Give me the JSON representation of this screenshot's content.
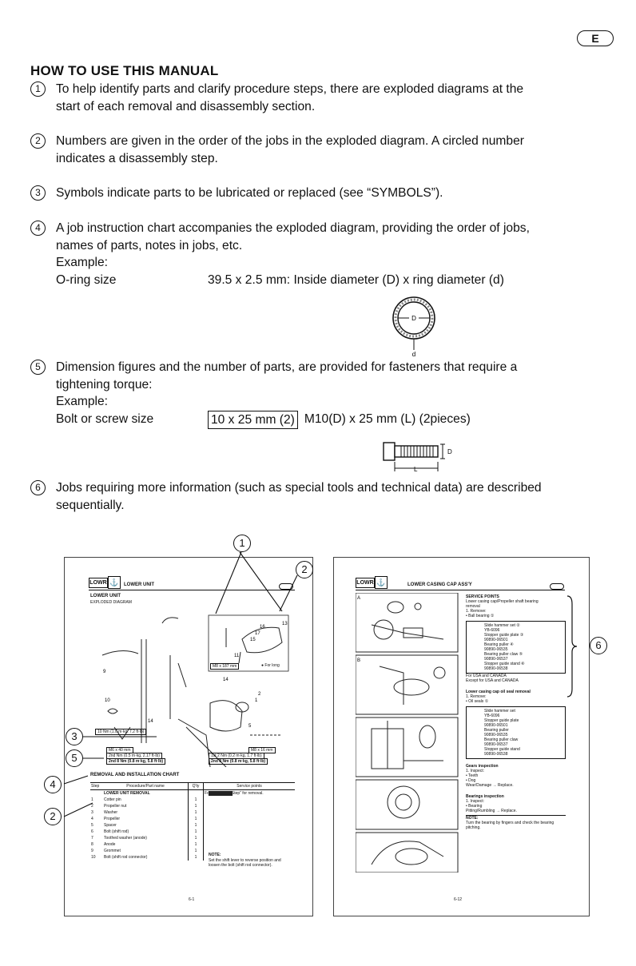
{
  "page": {
    "lang_code": "E",
    "title": "HOW TO USE THIS MANUAL"
  },
  "items": [
    {
      "num": "1",
      "lines": [
        "To help identify parts and clarify procedure steps, there are exploded diagrams at the",
        "start of each removal and disassembly section."
      ]
    },
    {
      "num": "2",
      "lines": [
        "Numbers are given in the order of the jobs in the exploded diagram. A circled number",
        "indicates a disassembly step."
      ]
    },
    {
      "num": "3",
      "lines": [
        "Symbols indicate parts to be lubricated or replaced (see “SYMBOLS”)."
      ]
    },
    {
      "num": "4",
      "lines": [
        "A job instruction chart accompanies the exploded diagram, providing the order of jobs,",
        "names of parts, notes in jobs, etc."
      ]
    },
    {
      "num": "5",
      "lines": [
        "Dimension figures and the number of parts, are provided for fasteners that require a",
        "tightening torque:"
      ]
    },
    {
      "num": "6",
      "lines": [
        "Jobs requiring more information (such as special tools and technical data) are described",
        "sequentially."
      ]
    }
  ],
  "example_label": "Example:",
  "oring": {
    "label": "O-ring size",
    "value": "39.5 x 2.5 mm: Inside diameter (D) x ring diameter (d)",
    "d_big": "D",
    "d_small": "d"
  },
  "bolt": {
    "label": "Bolt or screw size",
    "boxed": "10 x 25 mm (2)",
    "value": "M10(D) x 25 mm (L) (2pieces)",
    "d": "D",
    "l": "L"
  },
  "callouts": [
    "1",
    "2",
    "3",
    "4",
    "5",
    "6"
  ],
  "left_page": {
    "tag": "LOWR",
    "header": "LOWER UNIT",
    "section": "LOWER UNIT",
    "subsection": "EXPLODED DIAGRAM",
    "bolt_label": "M8 x 187 mm",
    "for_long": "● For long",
    "torque_1": "10 Nm (1.0 m·kg, 7.2 ft·lb)",
    "bolt_2": "M6 x 40 mm",
    "torque_2a": "2nd Nm (0.5 m·kg, 2.17 ft·lb)",
    "torque_2b": "2nd 8 Nm (0.8 m·kg, 5.8 ft·lb)",
    "bolt_3": "M8 x 16 mm",
    "torque_3a": "1st 2 Nm (0.2 m·kg, 1.7 ft·lb)",
    "torque_3b": "2nd 8 Nm (0.8 m·kg, 5.8 ft·lb)",
    "chart_title": "REMOVAL AND INSTALLATION CHART",
    "cols": [
      "Step",
      "Procedure/Part name",
      "Q'ty",
      "Service points"
    ],
    "rows": [
      [
        "",
        "LOWER UNIT REMOVAL",
        "",
        "Follow the left “Step” for removal."
      ],
      [
        "1",
        "Cotter pin",
        "1",
        ""
      ],
      [
        "2",
        "Propeller nut",
        "1",
        ""
      ],
      [
        "3",
        "Washer",
        "1",
        ""
      ],
      [
        "4",
        "Propeller",
        "1",
        ""
      ],
      [
        "5",
        "Spacer",
        "1",
        ""
      ],
      [
        "6",
        "Bolt (shift rod)",
        "1",
        ""
      ],
      [
        "7",
        "Toothed washer (anode)",
        "1",
        ""
      ],
      [
        "8",
        "Anode",
        "1",
        ""
      ],
      [
        "9",
        "Grommet",
        "1",
        ""
      ],
      [
        "10",
        "Bolt (shift rod connector)",
        "1",
        ""
      ]
    ],
    "note_title": "NOTE:",
    "note_text": "Set the shift lever to reverse position and loosen the bolt (shift rod connector).",
    "page_no": "6-1"
  },
  "right_page": {
    "tag": "LOWR",
    "header": "LOWER CASING CAP ASS'Y",
    "panel_a": "A",
    "panel_b": "B",
    "sp_title": "SERVICE POINTS",
    "sp_lines": [
      "Lower casing cap/Propeller shaft bearing",
      "removal",
      "1. Remove:",
      "• Ball bearing ①"
    ],
    "tools1": [
      "Slide hammer set ②",
      "YB-6096",
      "Stopper guide plate ③",
      "90890-06501",
      "Bearing puller ④",
      "90890-06535",
      "Bearing puller claw ⑤",
      "90890-06537",
      "Stopper guide stand ⑥",
      "90890-06538"
    ],
    "notes1": [
      "For USA and CANADA",
      "Except for USA and CANADA"
    ],
    "oil_seal": [
      "Lower casing cap oil seal removal",
      "1. Remove:",
      "• Oil seals ①"
    ],
    "tools2": [
      "Slide hammer set",
      "YB-6096",
      "Stopper guide plate",
      "90890-06501",
      "Bearing puller",
      "90890-06535",
      "Bearing puller claw",
      "90890-06537",
      "Stopper guide stand",
      "90890-06538"
    ],
    "gear": [
      "Gears inspection",
      "1. Inspect:",
      "• Teeth",
      "• Dog",
      "Wear/Damage → Replace."
    ],
    "bearing": [
      "Bearings inspection",
      "1. Inspect:",
      "• Bearing",
      "Pitting/Rumbling → Replace."
    ],
    "note_title": "NOTE:",
    "note_text": "Turn the bearing by fingers and check the bearing pitching.",
    "page_no": "6-12"
  }
}
